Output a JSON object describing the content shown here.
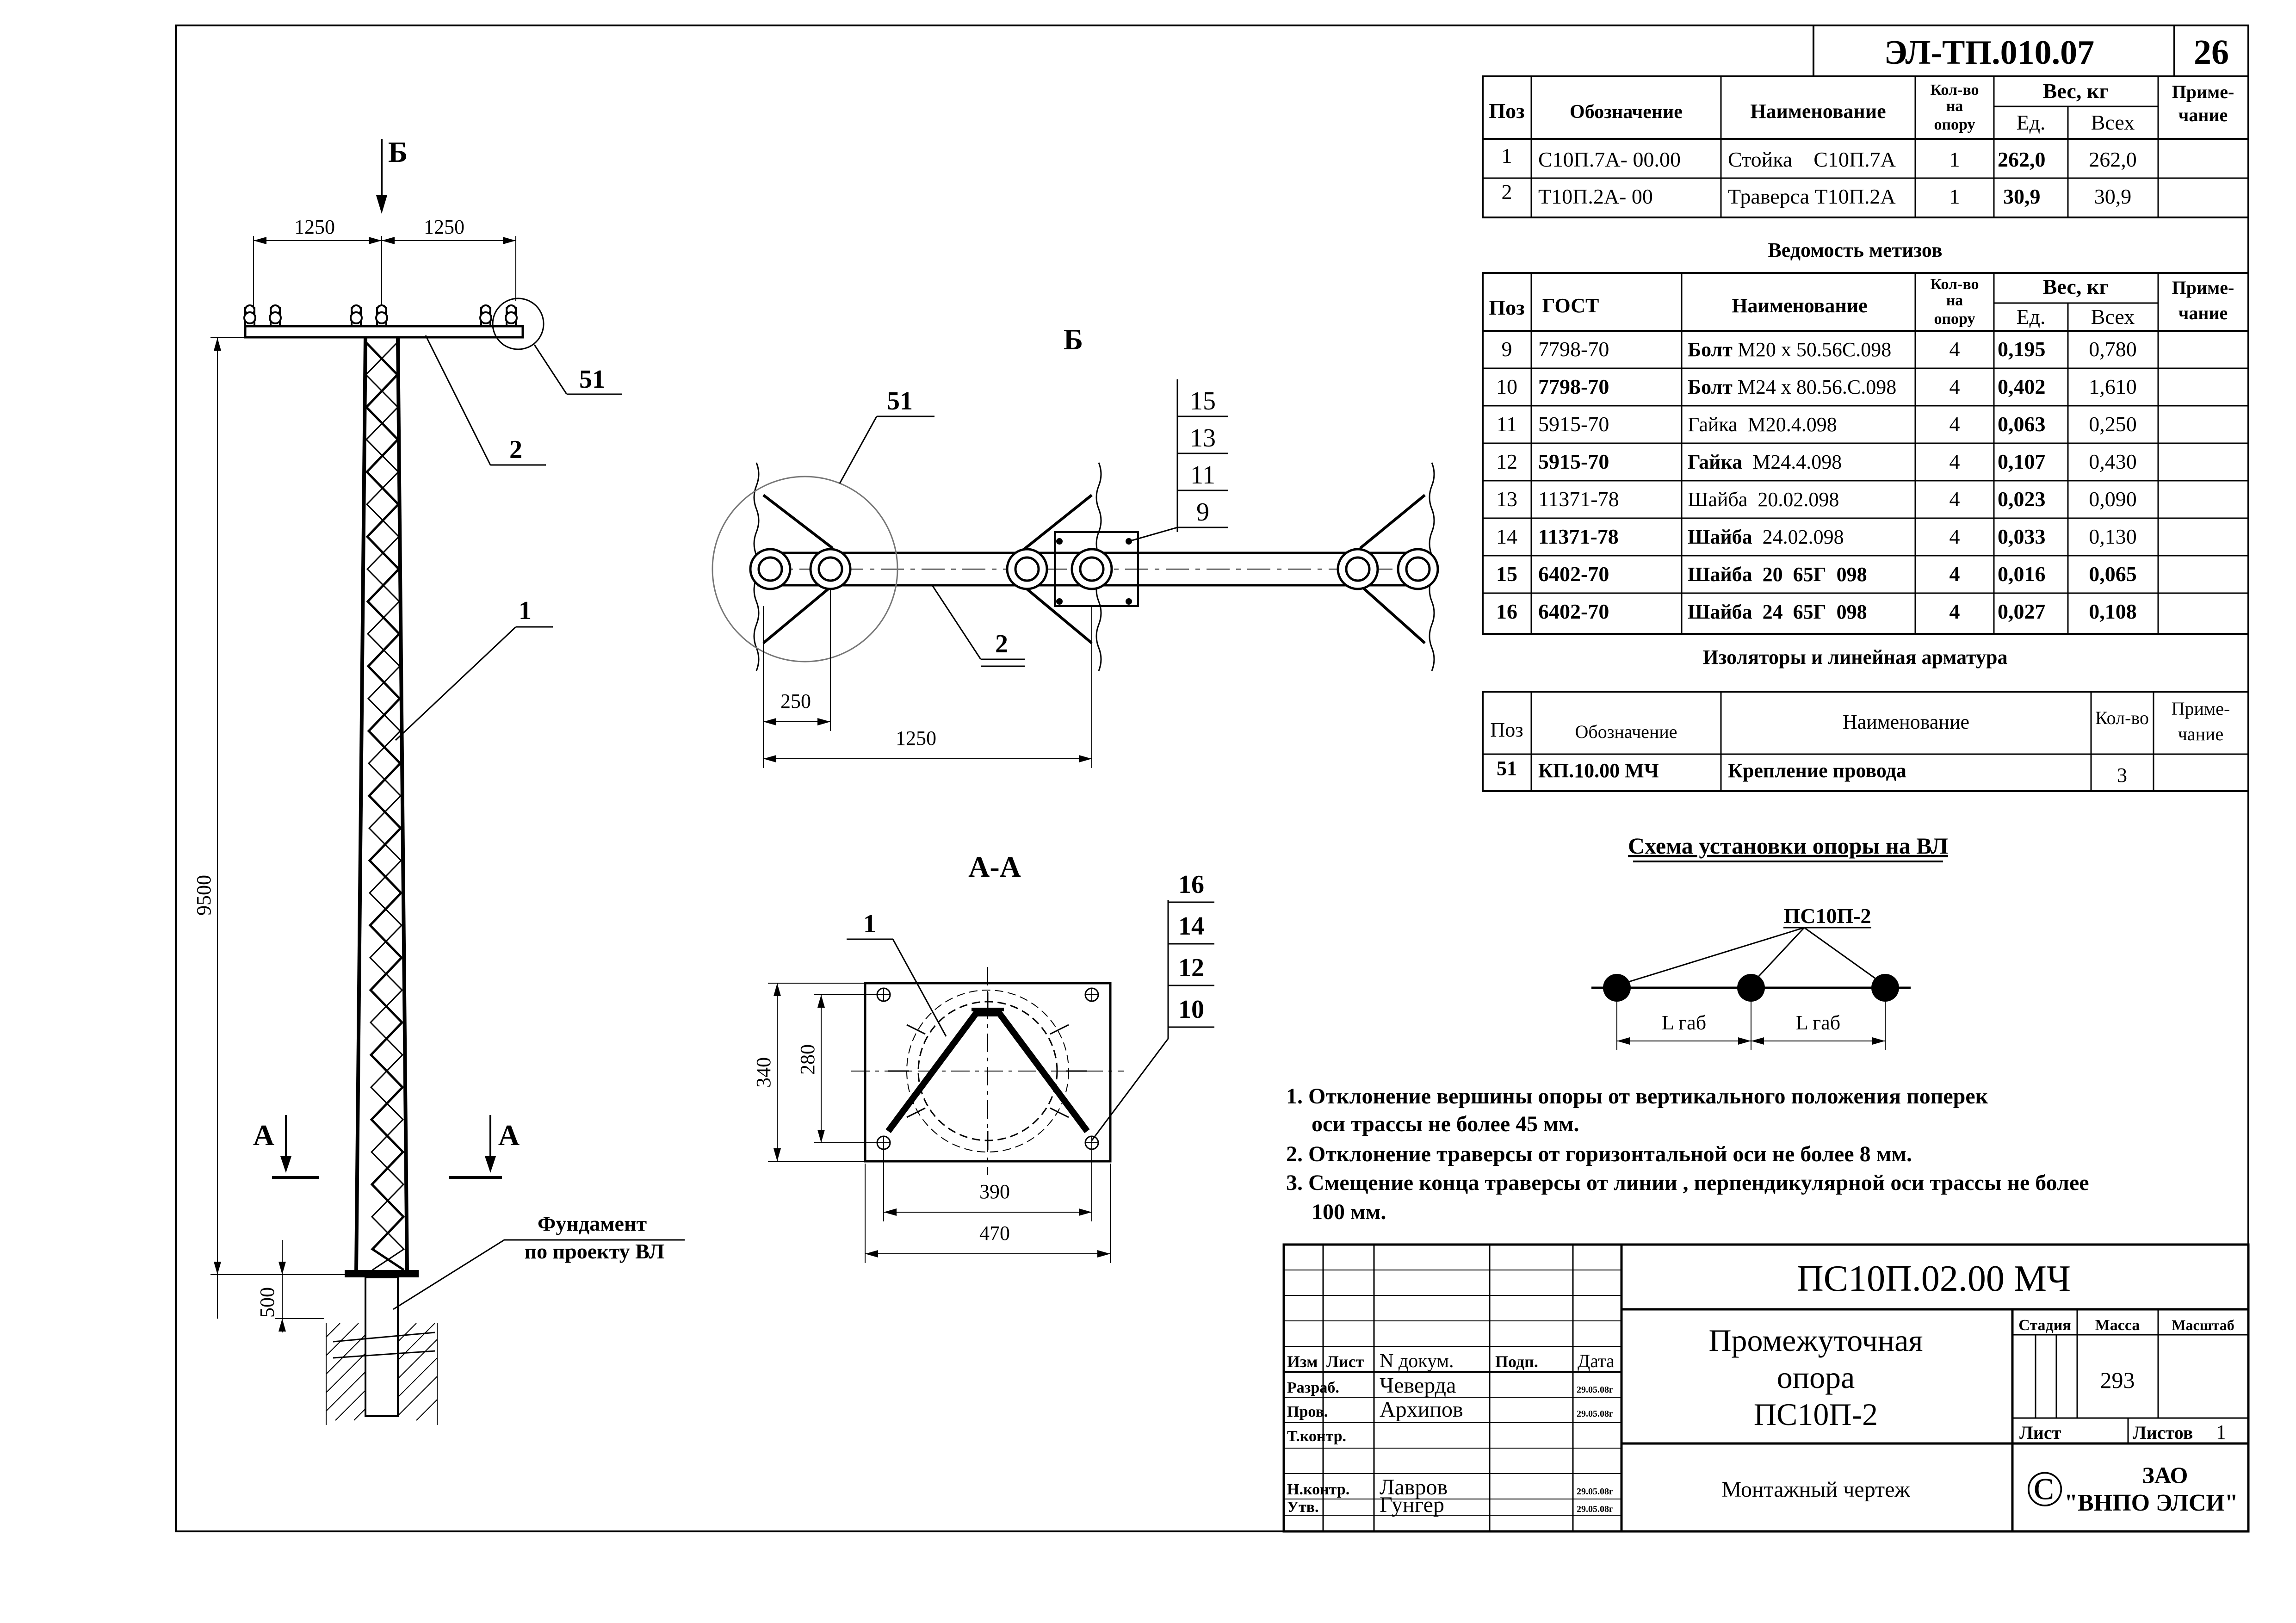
{
  "header": {
    "code": "ЭЛ-ТП.010.07",
    "sheet_no": "26"
  },
  "spec_table": {
    "headers": {
      "pos": "Поз",
      "designation": "Обозначение",
      "name": "Наименование",
      "qty_1": "Кол-во",
      "qty_2": "на",
      "qty_3": "опору",
      "weight": "Вес, кг",
      "unit": "Ед.",
      "total": "Всех",
      "note_1": "Приме-",
      "note_2": "чание"
    },
    "rows": [
      {
        "pos": "1",
        "designation": "С10П.7А- 00.00",
        "name": "Стойка    С10П.7А",
        "qty": "1",
        "unit": "262,0",
        "total": "262,0"
      },
      {
        "pos": "2",
        "designation": "Т10П.2А- 00",
        "name": "Траверса Т10П.2А",
        "qty": "1",
        "unit": "30,9",
        "total": "30,9"
      }
    ]
  },
  "hardware_table": {
    "title": "Ведомость метизов",
    "headers": {
      "pos": "Поз",
      "gost": "ГОСТ",
      "name": "Наименование",
      "qty_1": "Кол-во",
      "qty_2": "на",
      "qty_3": "опору",
      "weight": "Вес, кг",
      "unit": "Ед.",
      "total": "Всех",
      "note_1": "Приме-",
      "note_2": "чание"
    },
    "rows": [
      {
        "pos": "9",
        "gost": "7798-70",
        "name_type": "Болт",
        "name_rest": " М20 х 50.56С.098",
        "qty": "4",
        "unit": "0,195",
        "total": "0,780"
      },
      {
        "pos": "10",
        "gost": "7798-70",
        "name_type": "Болт",
        "name_rest": " М24 х 80.56.С.098",
        "qty": "4",
        "unit": "0,402",
        "total": "1,610"
      },
      {
        "pos": "11",
        "gost": "5915-70",
        "name_type": "Гайка",
        "name_rest": "  М20.4.098",
        "qty": "4",
        "unit": "0,063",
        "total": "0,250"
      },
      {
        "pos": "12",
        "gost": "5915-70",
        "name_type": "Гайка",
        "name_rest": "  М24.4.098",
        "qty": "4",
        "unit": "0,107",
        "total": "0,430"
      },
      {
        "pos": "13",
        "gost": "11371-78",
        "name_type": "Шайба",
        "name_rest": "  20.02.098",
        "qty": "4",
        "unit": "0,023",
        "total": "0,090"
      },
      {
        "pos": "14",
        "gost": "11371-78",
        "name_type": "Шайба",
        "name_rest": "  24.02.098",
        "qty": "4",
        "unit": "0,033",
        "total": "0,130"
      },
      {
        "pos": "15",
        "gost": "6402-70",
        "name_type": "Шайба",
        "name_rest": "  20  65Г  098",
        "qty": "4",
        "unit": "0,016",
        "total": "0,065"
      },
      {
        "pos": "16",
        "gost": "6402-70",
        "name_type": "Шайба",
        "name_rest": "  24  65Г  098",
        "qty": "4",
        "unit": "0,027",
        "total": "0,108"
      }
    ]
  },
  "insulator_table": {
    "title": "Изоляторы и линейная арматура",
    "headers": {
      "pos": "Поз",
      "designation": "Обозначение",
      "name": "Наименование",
      "qty": "Кол-во",
      "note_1": "Приме-",
      "note_2": "чание"
    },
    "rows": [
      {
        "pos": "51",
        "designation": "КП.10.00 МЧ",
        "name": "Крепление провода",
        "qty": "3"
      }
    ]
  },
  "scheme": {
    "title": "Схема установки опоры на ВЛ",
    "pole_label": "ПС10П-2",
    "span_label": "L габ"
  },
  "notes": [
    "1. Отклонение вершины опоры от вертикального положения поперек",
    "оси трассы не более 45 мм.",
    "2. Отклонение траверсы от горизонтальной оси не более  8 мм.",
    "3. Смещение конца траверсы от линии , перпендикулярной оси трассы не более",
    "100 мм."
  ],
  "pole_view": {
    "arrow_label": "Б",
    "dim_left": "1250",
    "dim_right": "1250",
    "dim_height": "9500",
    "dim_foundation": "500",
    "callouts": {
      "crossarm": "2",
      "stand": "1",
      "fixture": "51"
    },
    "section_label": "А",
    "foundation_1": "Фундамент",
    "foundation_2": "по проекту ВЛ"
  },
  "view_b": {
    "title": "Б",
    "fixture": "51",
    "crossarm": "2",
    "stack": [
      "15",
      "13",
      "11",
      "9"
    ],
    "dim_small": "250",
    "dim_large": "1250"
  },
  "section_aa": {
    "title": "А-А",
    "stand": "1",
    "stack": [
      "16",
      "14",
      "12",
      "10"
    ],
    "dim_h_outer": "340",
    "dim_h_inner": "280",
    "dim_w_inner": "390",
    "dim_w_outer": "470"
  },
  "title_block": {
    "drawing_code": "ПС10П.02.00 МЧ",
    "name_lines": [
      "Промежуточная",
      "опора",
      "ПС10П-2"
    ],
    "doc_type": "Монтажный чертеж",
    "cols": {
      "izm": "Изм",
      "list": "Лист",
      "doc": "N докум.",
      "sign": "Подп.",
      "date": "Дата"
    },
    "roles": [
      {
        "role": "Разраб.",
        "name": "Чеверда",
        "date": "29.05.08г"
      },
      {
        "role": "Пров.",
        "name": "Архипов",
        "date": "29.05.08г"
      },
      {
        "role": "Т.контр.",
        "name": "",
        "date": ""
      },
      {
        "role": "Н.контр.",
        "name": "Лавров",
        "date": "29.05.08г"
      },
      {
        "role": "Утв.",
        "name": "Гунгер",
        "date": "29.05.08г"
      }
    ],
    "stage": "Стадия",
    "mass_label": "Масса",
    "scale_label": "Масштаб",
    "mass": "293",
    "sheet_label": "Лист",
    "sheets_label": "Листов",
    "sheets": "1",
    "copyright": "©",
    "org_1": "ЗАО",
    "org_2": "\"ВНПО ЭЛСИ\""
  }
}
